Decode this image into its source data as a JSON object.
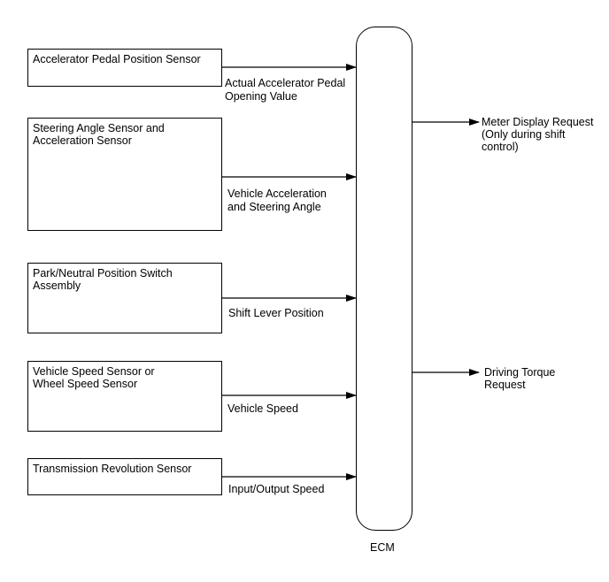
{
  "ecm": {
    "label": "ECM"
  },
  "inputs": [
    {
      "sensor": "Accelerator Pedal Position Sensor",
      "signal": "Actual Accelerator Pedal\nOpening Value"
    },
    {
      "sensor": "Steering Angle Sensor and\nAcceleration Sensor",
      "signal": "Vehicle Acceleration\nand Steering Angle"
    },
    {
      "sensor": "Park/Neutral Position Switch\nAssembly",
      "signal": "Shift Lever Position"
    },
    {
      "sensor": "Vehicle Speed Sensor or\nWheel Speed Sensor",
      "signal": "Vehicle Speed"
    },
    {
      "sensor": "Transmission Revolution Sensor",
      "signal": "Input/Output Speed"
    }
  ],
  "outputs": [
    {
      "signal": "Meter Display Request\n(Only during shift\ncontrol)"
    },
    {
      "signal": "Driving Torque\nRequest"
    }
  ]
}
